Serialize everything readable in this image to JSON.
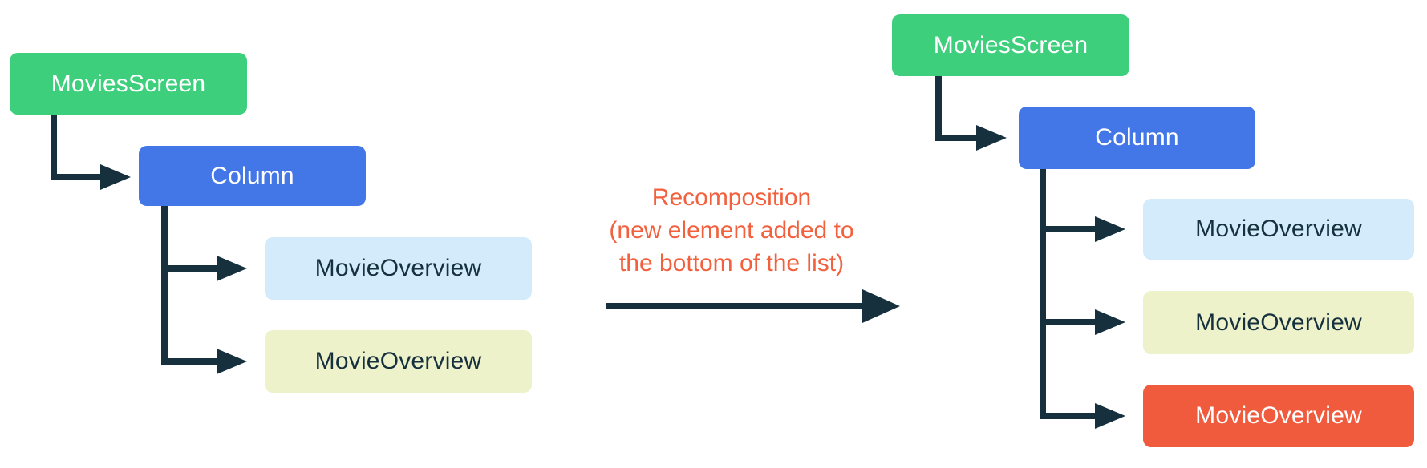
{
  "palette": {
    "green": "#3ecf7d",
    "blue": "#4377e8",
    "light_blue": "#d3ebfb",
    "light_yellow": "#edf2ca",
    "orange": "#f05b3d",
    "annotation_orange": "#f2603e",
    "dark_navy": "#16303e",
    "white_text": "#ffffff"
  },
  "left_tree": {
    "nodes": [
      {
        "label": "MoviesScreen"
      },
      {
        "label": "Column"
      },
      {
        "label": "MovieOverview"
      },
      {
        "label": "MovieOverview"
      }
    ]
  },
  "right_tree": {
    "nodes": [
      {
        "label": "MoviesScreen"
      },
      {
        "label": "Column"
      },
      {
        "label": "MovieOverview"
      },
      {
        "label": "MovieOverview"
      },
      {
        "label": "MovieOverview"
      }
    ]
  },
  "annotation": {
    "line1": "Recomposition",
    "line2": "(new element added to",
    "line3": "the bottom of the list)"
  }
}
